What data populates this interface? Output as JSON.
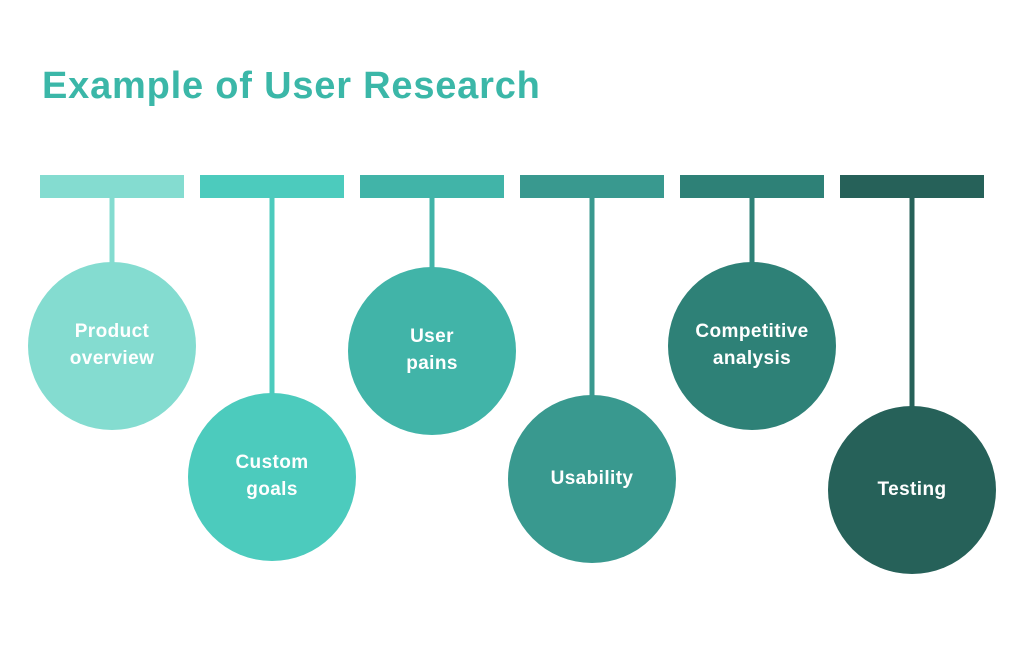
{
  "title": {
    "text": "Example of User Research",
    "color": "#3BB7A8"
  },
  "diagram": {
    "label_text_color": "#FFFFFF",
    "items": [
      {
        "label": "Product\noverview",
        "color": "#84DCD0"
      },
      {
        "label": "Custom\ngoals",
        "color": "#4CCBBD"
      },
      {
        "label": "User\npains",
        "color": "#41B4A8"
      },
      {
        "label": "Usability",
        "color": "#39998F"
      },
      {
        "label": "Competitive\nanalysis",
        "color": "#2E8177"
      },
      {
        "label": "Testing",
        "color": "#266159"
      }
    ]
  }
}
